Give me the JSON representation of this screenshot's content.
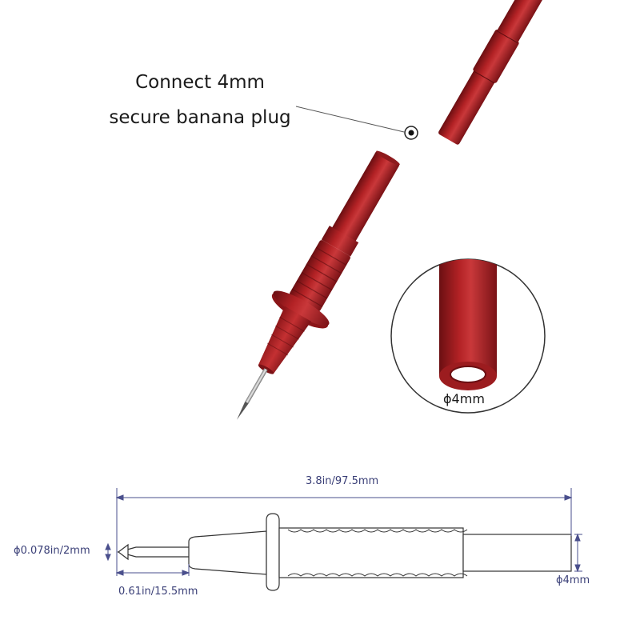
{
  "callout": {
    "line1": "Connect 4mm",
    "line2": "secure banana plug"
  },
  "inset": {
    "label": "ϕ4mm"
  },
  "dimensions": {
    "overall_length": "3.8in/97.5mm",
    "tip_diameter": "ϕ0.078in/2mm",
    "tip_length": "0.61in/15.5mm",
    "end_diameter": "ϕ4mm"
  },
  "colors": {
    "probe_red": "#a31c1e",
    "probe_red_dark": "#6b0f12",
    "probe_red_light": "#c9383a",
    "dimension_line": "#4a4f8c",
    "outline": "#333333"
  }
}
